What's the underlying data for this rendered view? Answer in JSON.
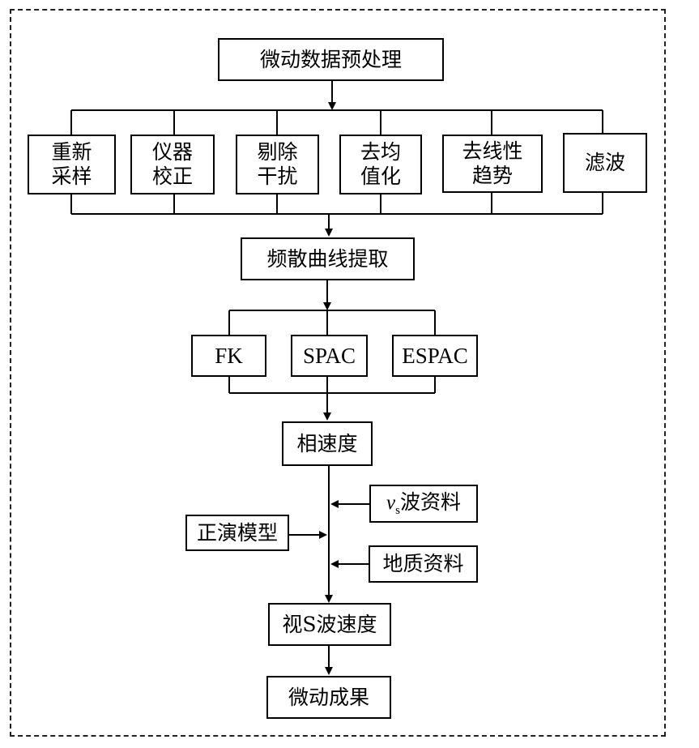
{
  "preprocess": {
    "title": "微动数据预处理"
  },
  "preprocess_steps": [
    {
      "line1": "重新",
      "line2": "采样"
    },
    {
      "line1": "仪器",
      "line2": "校正"
    },
    {
      "line1": "剔除",
      "line2": "干扰"
    },
    {
      "line1": "去均",
      "line2": "值化"
    },
    {
      "line1": "去线性",
      "line2": "趋势"
    },
    {
      "line1": "滤波",
      "line2": ""
    }
  ],
  "extraction": {
    "title": "频散曲线提取"
  },
  "methods": [
    "FK",
    "SPAC",
    "ESPAC"
  ],
  "phase_velocity": "相速度",
  "forward_model": "正演模型",
  "vs_data": {
    "v": "v",
    "sub": "s",
    "rest": "波资料"
  },
  "geology_data": "地质资料",
  "apparent_s": "视S波速度",
  "result": "微动成果"
}
